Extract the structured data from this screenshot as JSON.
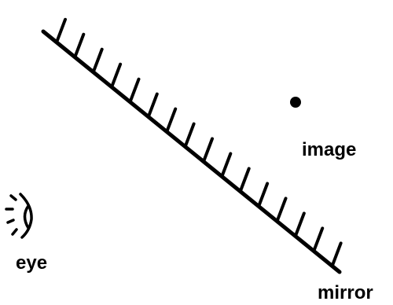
{
  "diagram": {
    "labels": {
      "image": "image",
      "eye": "eye",
      "mirror": "mirror"
    },
    "colors": {
      "ink": "#000000",
      "background": "#ffffff"
    },
    "icons": {
      "eye": "eye-icon",
      "image_point": "image-point-dot"
    }
  }
}
